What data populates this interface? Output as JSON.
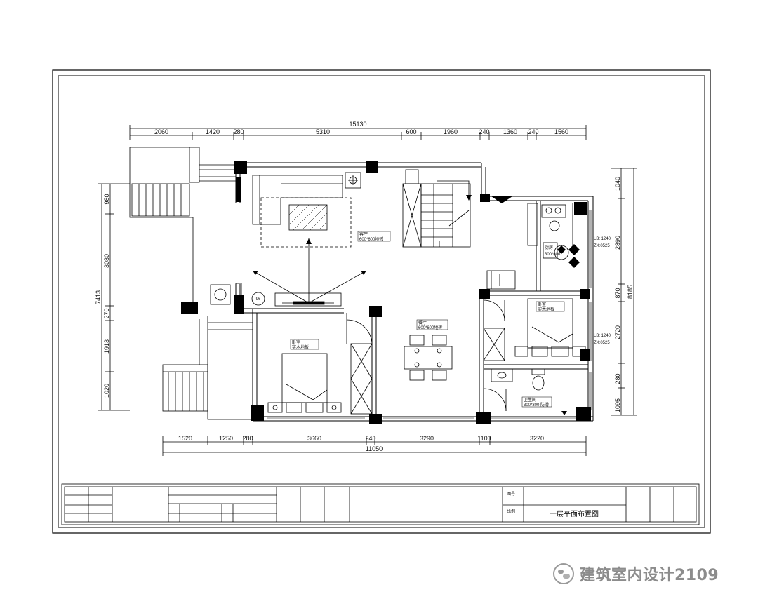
{
  "drawing": {
    "top_dims": {
      "total": "15130",
      "segments": [
        "2060",
        "1420",
        "280",
        "5310",
        "600",
        "1960",
        "240",
        "1360",
        "240",
        "1560"
      ]
    },
    "bottom_dims": {
      "total": "11050",
      "segments": [
        "1520",
        "1250",
        "280",
        "3660",
        "240",
        "3290",
        "1100",
        "3220"
      ]
    },
    "left_dims": {
      "total": "7413",
      "segments": [
        "980",
        "3080",
        "270",
        "1913",
        "1020"
      ]
    },
    "right_dims": {
      "total": "8185",
      "segments": [
        "1040",
        "2890",
        "870",
        "2720",
        "1095",
        "280"
      ]
    },
    "rooms": {
      "living": {
        "name": "客厅",
        "spec": "600*600地砖"
      },
      "dining": {
        "name": "餐厅",
        "spec": "600*600地砖"
      },
      "kitchen": {
        "name": "厨房",
        "spec": "300*600"
      },
      "bedroom_1": {
        "name": "卧室",
        "spec": "实木地板"
      },
      "bedroom_2": {
        "name": "卧室",
        "spec": "实木地板"
      },
      "bathroom": {
        "name": "卫生间",
        "spec": "300*300 防滑"
      }
    },
    "window_labels": [
      "LB: 1240",
      "LB: 1240"
    ],
    "window_codes": [
      "ZX:0525",
      "ZX:0525"
    ],
    "round_tag": "96"
  },
  "title_block": {
    "drawing_title": "一层平面布置图",
    "field_a": "图号",
    "field_b": "比例"
  },
  "watermark": {
    "text": "建筑室内设计2109",
    "icon": "wechat-icon"
  }
}
